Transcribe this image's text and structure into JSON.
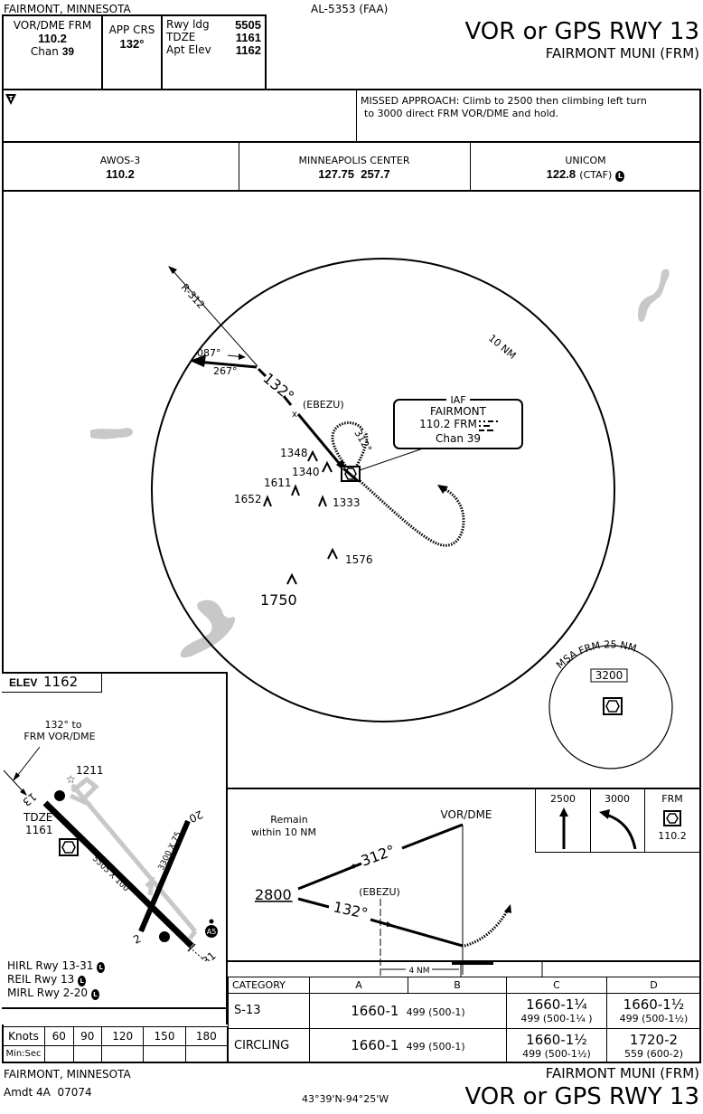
{
  "header": {
    "location": "FAIRMONT, MINNESOTA",
    "procedure_id": "AL-5353 (FAA)",
    "title": "VOR or GPS RWY 13",
    "airport": "FAIRMONT MUNI (FRM)",
    "navaid_label": "VOR/DME FRM",
    "navaid_freq": "110.2",
    "navaid_chan_label": "Chan",
    "navaid_chan": "39",
    "app_crs_label": "APP CRS",
    "app_crs": "132°",
    "rwy_ldg_label": "Rwy ldg",
    "rwy_ldg": "5505",
    "tdze_label": "TDZE",
    "tdze": "1161",
    "apt_elev_label": "Apt Elev",
    "apt_elev": "1162"
  },
  "notes": {
    "alternate_symbol": "T",
    "missed_approach": "MISSED APPROACH: Climb to 2500 then climbing left turn",
    "missed_approach_2": "to 3000 direct FRM VOR/DME and hold."
  },
  "comms": [
    {
      "name": "AWOS-3",
      "freq": "110.2"
    },
    {
      "name": "MINNEAPOLIS CENTER",
      "freq": "127.75  257.7"
    },
    {
      "name": "UNICOM",
      "freq": "122.8",
      "suffix": "(CTAF)",
      "lighting": "L"
    }
  ],
  "plan": {
    "radial": "R-312",
    "crs_087": "087°",
    "crs_267": "267°",
    "final_crs": "132°",
    "fix": "(EBEZU)",
    "hold_crs": "312°",
    "ring": "10 NM",
    "iaf_label": "IAF",
    "iaf_name": "FAIRMONT",
    "iaf_freq": "110.2 FRM",
    "iaf_chan": "Chan 39",
    "obstacles": [
      "1348",
      "1340",
      "1611",
      "1652",
      "1333",
      "1576",
      "1750"
    ],
    "msa_label": "MSA FRM 25 NM",
    "msa_alt": "3200"
  },
  "airport_diagram": {
    "elev_label": "ELEV",
    "elev": "1162",
    "course_note_1": "132° to",
    "course_note_2": "FRM VOR/DME",
    "obstacle": "1211",
    "rwy13": "13",
    "rwy31": "31",
    "rwy2": "2",
    "rwy20": "20",
    "tdze_label": "TDZE",
    "tdze": "1161",
    "rwy_main_dims": "5505 X 100",
    "rwy_cross_dims": "3300 X 75",
    "lighting": [
      "HIRL Rwy 13-31",
      "REIL Rwy 13",
      "MIRL Rwy 2-20"
    ],
    "lighting_symbol": "L"
  },
  "profile": {
    "remain_1": "Remain",
    "remain_2": "within 10 NM",
    "vor_label": "VOR/DME",
    "outbound_crs": "312°",
    "inbound_crs": "132°",
    "alt": "2800",
    "fix": "(EBEZU)",
    "distance": "4 NM"
  },
  "missed_icons": {
    "climb": "2500",
    "turn": "3000",
    "hold_fix": "FRM",
    "hold_freq": "110.2"
  },
  "minimums": {
    "headers": [
      "CATEGORY",
      "A",
      "B",
      "C",
      "D"
    ],
    "rows": [
      {
        "label": "S-13",
        "ab_main": "1660-1",
        "ab_sub": "499 (500-1)",
        "c_main": "1660-1¼",
        "c_sub": "499 (500-1¼ )",
        "d_main": "1660-1½",
        "d_sub": "499 (500-1½)"
      },
      {
        "label": "CIRCLING",
        "ab_main": "1660-1",
        "ab_sub": "499 (500-1)",
        "c_main": "1660-1½",
        "c_sub": "499 (500-1½)",
        "d_main": "1720-2",
        "d_sub": "559 (600-2)"
      }
    ]
  },
  "speed_table": {
    "row1_label": "Knots",
    "speeds": [
      "60",
      "90",
      "120",
      "150",
      "180"
    ],
    "row2_label": "Min:Sec"
  },
  "footer": {
    "location": "FAIRMONT, MINNESOTA",
    "amendment": "Amdt 4A  07074",
    "coords": "43°39'N-94°25'W",
    "airport": "FAIRMONT MUNI (FRM)",
    "title": "VOR or GPS RWY 13"
  }
}
